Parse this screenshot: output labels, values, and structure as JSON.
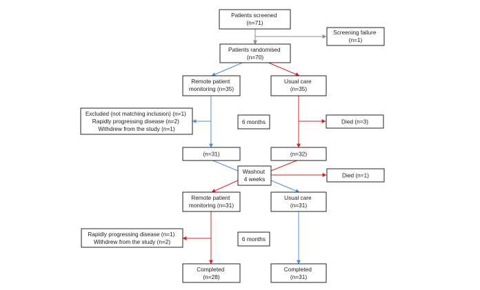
{
  "colors": {
    "grey_arrow": "#8c8c8c",
    "blue_arrow": "#4f8fd0",
    "red_arrow": "#d8202a",
    "box_border": "#222222",
    "text": "#1a1a1a"
  },
  "boxes": {
    "screened": [
      "Patients screened",
      "(n=71)"
    ],
    "screening_failure": [
      "Screening failure",
      "(n=1)"
    ],
    "randomised": [
      "Patients randomised",
      "(n=70)"
    ],
    "rpm_1": [
      "Remote patient",
      "monitoring (n=35)"
    ],
    "usual_1": [
      "Usual care",
      "(n=35)"
    ],
    "excluded_1": [
      "Excluded (not matching inclusion) (n=1)",
      "Rapidly progressing disease (n=2)",
      "Withdrew from the study (n=1)"
    ],
    "months_1": [
      "6 months"
    ],
    "died_1": [
      "Died (n=3)"
    ],
    "rpm_1_end": [
      "(n=31)"
    ],
    "usual_1_end": [
      "(n=32)"
    ],
    "washout": [
      "Washout",
      "4 weeks"
    ],
    "died_2": [
      "Died (n=1)"
    ],
    "rpm_2": [
      "Remote patient",
      "monitoring (n=31)"
    ],
    "usual_2": [
      "Usual care",
      "(n=31)"
    ],
    "excluded_2": [
      "Rapidly progressing disease (n=1)",
      "Withdrew from the study (n=2)"
    ],
    "months_2": [
      "6 months"
    ],
    "completed_rpm": [
      "Completed",
      "(n=28)"
    ],
    "completed_usual": [
      "Completed",
      "(n=31)"
    ]
  }
}
